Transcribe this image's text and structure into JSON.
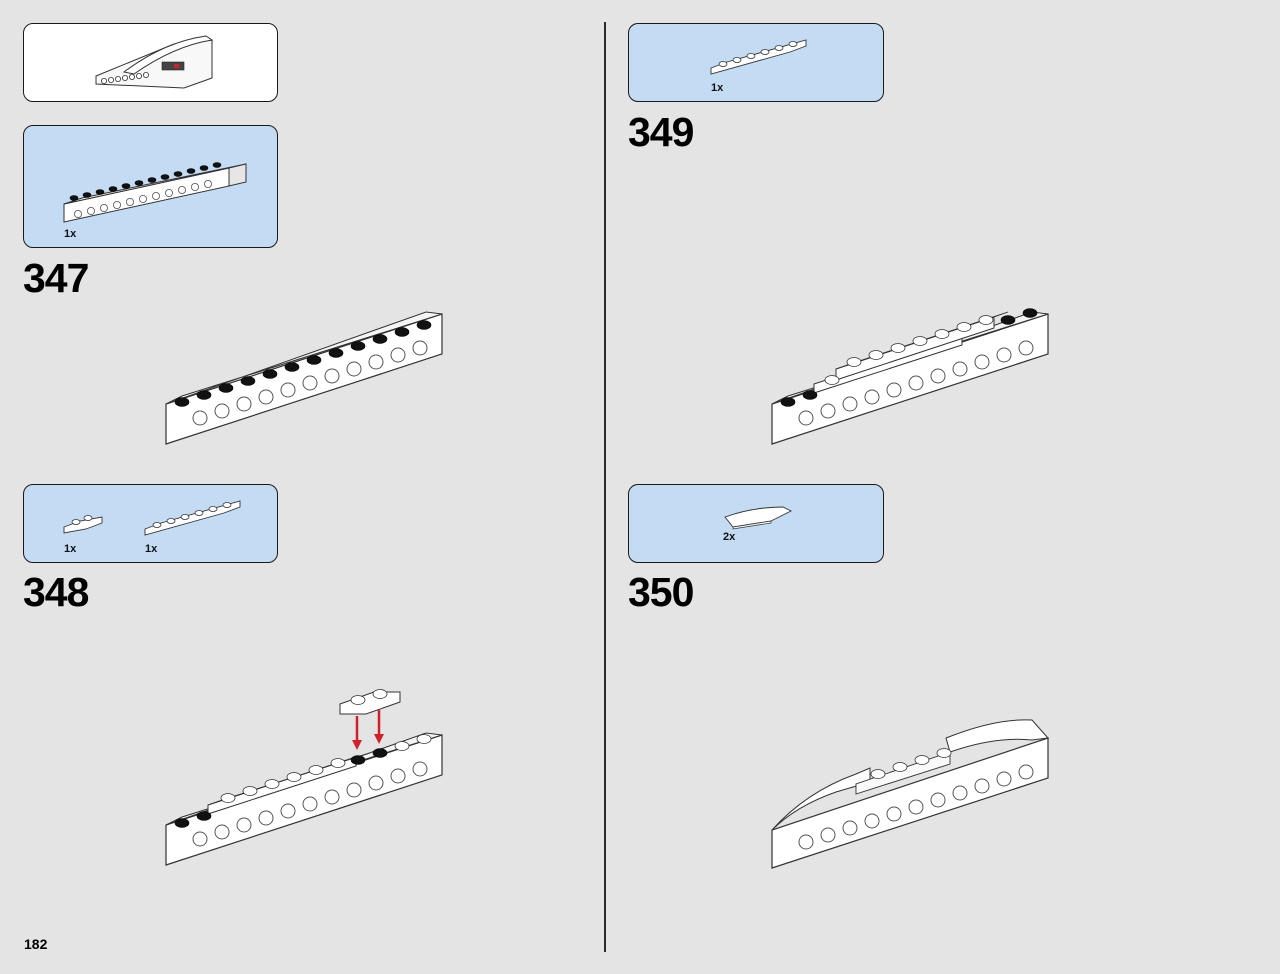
{
  "page": {
    "number": "182"
  },
  "subassembly_callout": {
    "label": ""
  },
  "steps": [
    {
      "number": "347",
      "parts": [
        {
          "qty": "1x",
          "name": "technic-brick-1x12-icon"
        }
      ]
    },
    {
      "number": "348",
      "parts": [
        {
          "qty": "1x",
          "name": "plate-1x2-icon"
        },
        {
          "qty": "1x",
          "name": "plate-1x6-icon"
        }
      ]
    },
    {
      "number": "349",
      "parts": [
        {
          "qty": "1x",
          "name": "plate-1x6-icon"
        }
      ]
    },
    {
      "number": "350",
      "parts": [
        {
          "qty": "2x",
          "name": "curved-slope-icon"
        }
      ]
    }
  ],
  "colors": {
    "callout_background": "#c3dcf4",
    "page_background": "#e4e4e4",
    "arrow": "#d0202a",
    "stud_dark": "#111111"
  }
}
